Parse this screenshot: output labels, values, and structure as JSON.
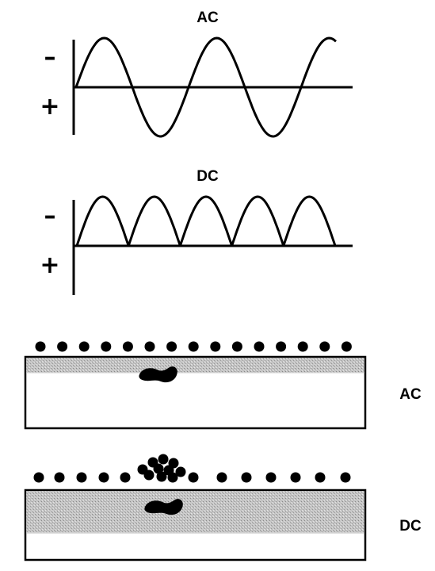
{
  "waveforms": {
    "ac": {
      "title": "AC",
      "negative_sign": "–",
      "positive_sign": "+",
      "type": "alternating"
    },
    "dc": {
      "title": "DC",
      "negative_sign": "–",
      "positive_sign": "+",
      "type": "full-wave rectified"
    }
  },
  "bars": {
    "ac": {
      "label": "AC",
      "particle_pattern": "evenly spaced, no clustering"
    },
    "dc": {
      "label": "DC",
      "particle_pattern": "particles cluster above the defect"
    }
  },
  "colors": {
    "ink": "#000000",
    "background": "#ffffff",
    "shading": "#b9b9b9"
  }
}
